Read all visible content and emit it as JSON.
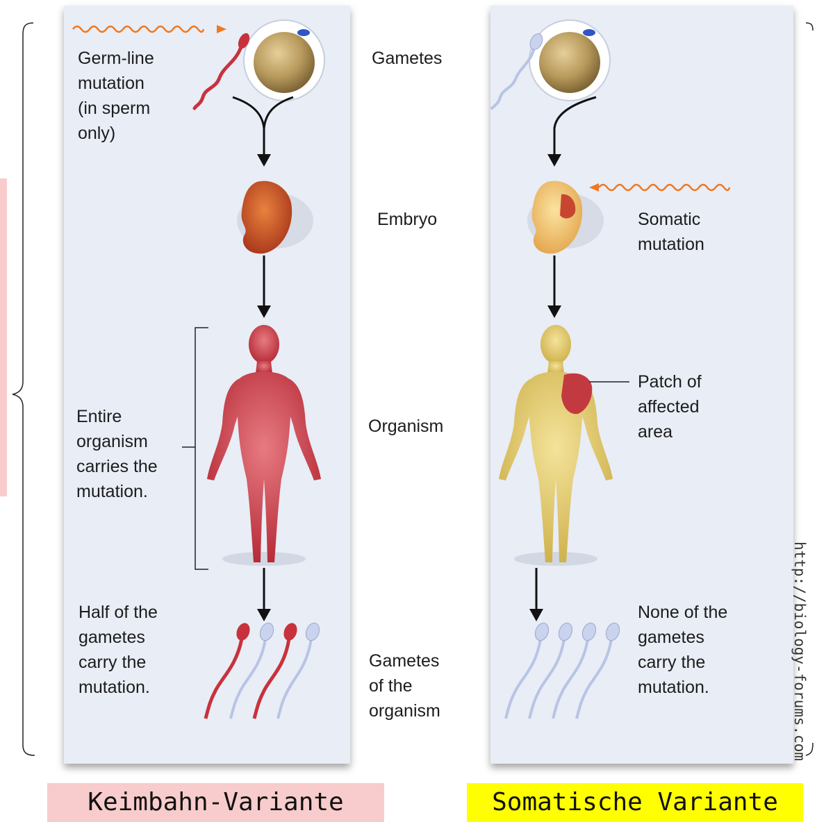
{
  "left": {
    "germline_label": "Germ-line\nmutation\n(in sperm\nonly)",
    "organism_label": "Entire\norganism\ncarries the\nmutation.",
    "gametes_label": "Half of the\ngametes\ncarry the\nmutation."
  },
  "middle": {
    "gametes": "Gametes",
    "embryo": "Embryo",
    "organism": "Organism",
    "offspring_gametes": "Gametes\nof the\norganism"
  },
  "right": {
    "somatic_label": "Somatic\nmutation",
    "patch_label": "Patch of\naffected\narea",
    "gametes_label": "None of the\ngametes\ncarry the\nmutation."
  },
  "captions": {
    "left": "Keimbahn-Variante",
    "right": "Somatische Variante"
  },
  "watermark": "http://biology-forums.com",
  "colors": {
    "panel": "#e8edf6",
    "mutated": "#c8323c",
    "normal_sperm": "#b8c4e4",
    "mutation_wave": "#f07820",
    "germline_caption_bg": "#f8cccc",
    "somatic_caption_bg": "#ffff00"
  }
}
